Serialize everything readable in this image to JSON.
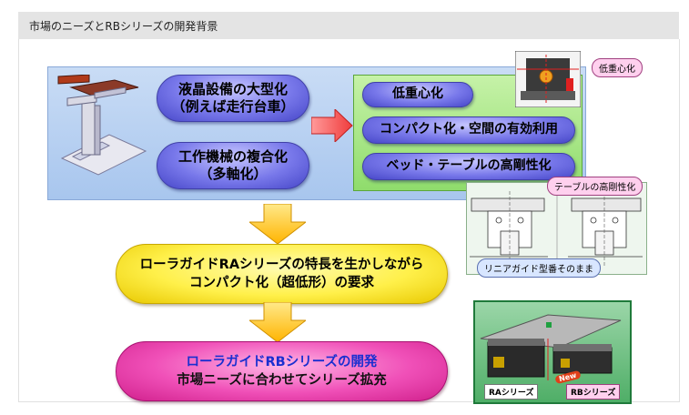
{
  "header": {
    "title": "市場のニーズとRBシリーズの開発背景"
  },
  "needs": {
    "item1": {
      "line1": "液晶設備の大型化",
      "line2": "（例えば走行台車）"
    },
    "item2": {
      "line1": "工作機械の複合化",
      "line2": "（多軸化）"
    }
  },
  "requirements": [
    "低重心化",
    "コンパクト化・空間の有効利用",
    "ベッド・テーブルの高剛性化"
  ],
  "callouts": {
    "low_center": "低重心化",
    "table_rigidity": "テーブルの高剛性化",
    "rail_standard": "リニアガイド型番そのまま"
  },
  "requirement_box": {
    "line1": "ローラガイドRAシリーズの特長を生かしながら",
    "line2": "コンパクト化（超低形）の要求"
  },
  "result_box": {
    "line1": "ローラガイドRBシリーズの開発",
    "line2": "市場ニーズに合わせてシリーズ拡充"
  },
  "photo": {
    "left_label": "RAシリーズ",
    "right_label": "RBシリーズ",
    "badge": "New"
  },
  "colors": {
    "header_bg": "#e4e4e4",
    "blue_panel": "#b8d0f2",
    "green_panel": "#a8e68a",
    "arrow_red": "#f03c3c",
    "arrow_yellow": "#ffc21e",
    "yellow_pill": "#fff04a",
    "pink_pill": "#f050b8",
    "result_title": "#1a2fd0"
  }
}
